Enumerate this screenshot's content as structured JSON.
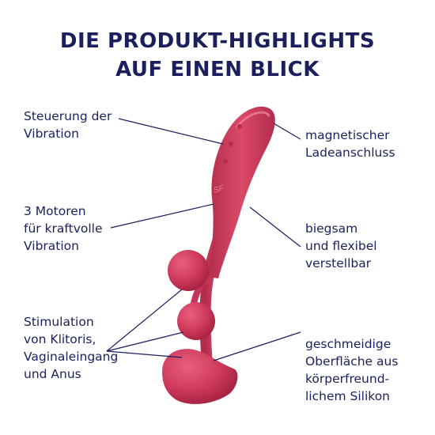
{
  "title": {
    "line1": "DIE PRODUKT-HIGHLIGHTS",
    "line2": "AUF EINEN BLICK"
  },
  "callouts": {
    "steuerung": [
      "Steuerung der",
      "Vibration"
    ],
    "motoren": [
      "3 Motoren",
      "für kraftvolle",
      "Vibration"
    ],
    "stimulation": [
      "Stimulation",
      "von Klitoris,",
      "Vaginaleingang",
      "und Anus"
    ],
    "magnet": [
      "magnetischer",
      "Ladeanschluss"
    ],
    "biegsam": [
      "biegsam",
      "und flexibel",
      "verstellbar"
    ],
    "silikon": [
      "geschmeidige",
      "Oberfläche aus",
      "körperfreund-",
      "lichem Silikon"
    ]
  },
  "logo_text": "SF",
  "colors": {
    "text": "#1b1f5e",
    "product": "#cf3a5c",
    "product_shadow": "#a82343",
    "line": "#1b1f5e"
  }
}
